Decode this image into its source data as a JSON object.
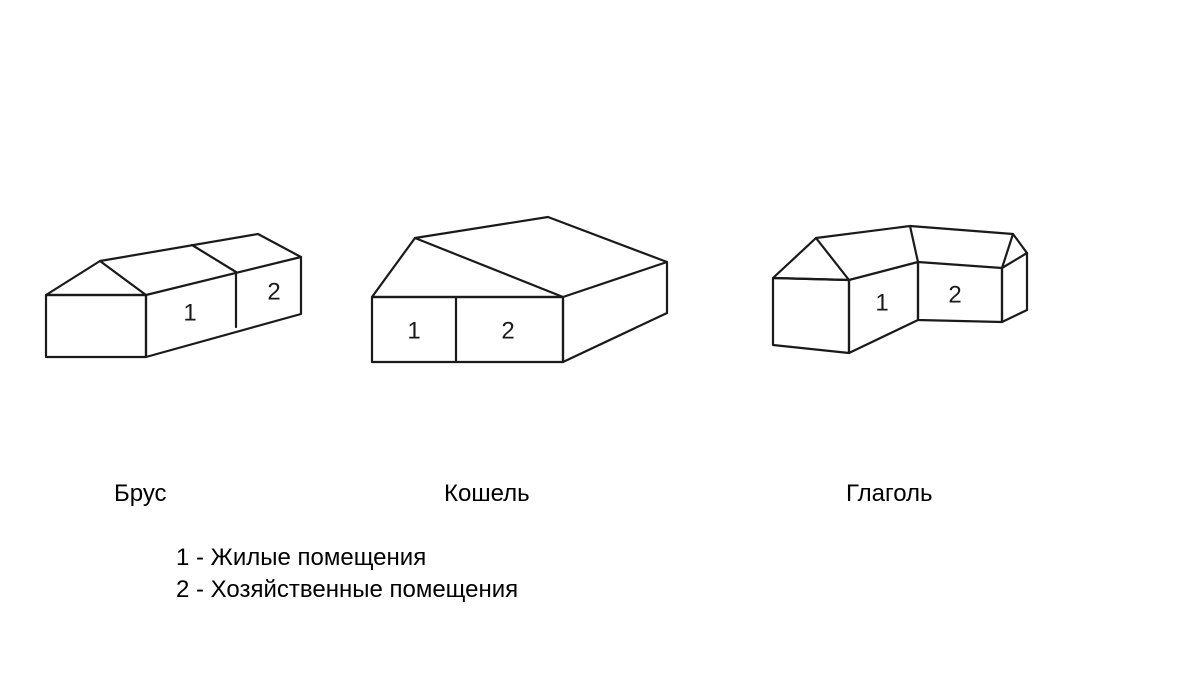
{
  "houses": [
    {
      "caption": "Брус",
      "labels": [
        "1",
        "2"
      ]
    },
    {
      "caption": "Кошель",
      "labels": [
        "1",
        "2"
      ]
    },
    {
      "caption": "Глаголь",
      "labels": [
        "1",
        "2"
      ]
    }
  ],
  "legend": {
    "items": [
      "1 - Жилые помещения",
      "2 - Хозяйственные помещения"
    ]
  }
}
